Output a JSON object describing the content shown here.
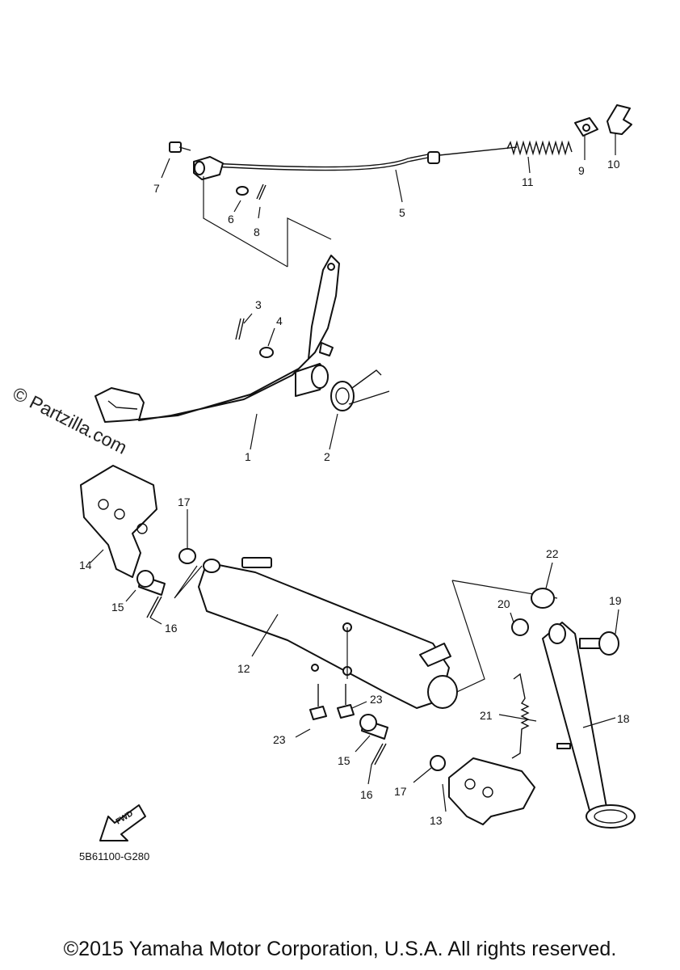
{
  "callouts": [
    "1",
    "2",
    "3",
    "4",
    "5",
    "6",
    "7",
    "8",
    "9",
    "10",
    "11",
    "12",
    "13",
    "14",
    "15",
    "15",
    "16",
    "16",
    "17",
    "17",
    "18",
    "19",
    "20",
    "21",
    "22",
    "23",
    "23"
  ],
  "watermark": "© Partzilla.com",
  "diagram_code": "5B61100-G280",
  "fwd_label": "FWD",
  "copyright": "©2015 Yamaha Motor Corporation, U.S.A. All rights reserved."
}
